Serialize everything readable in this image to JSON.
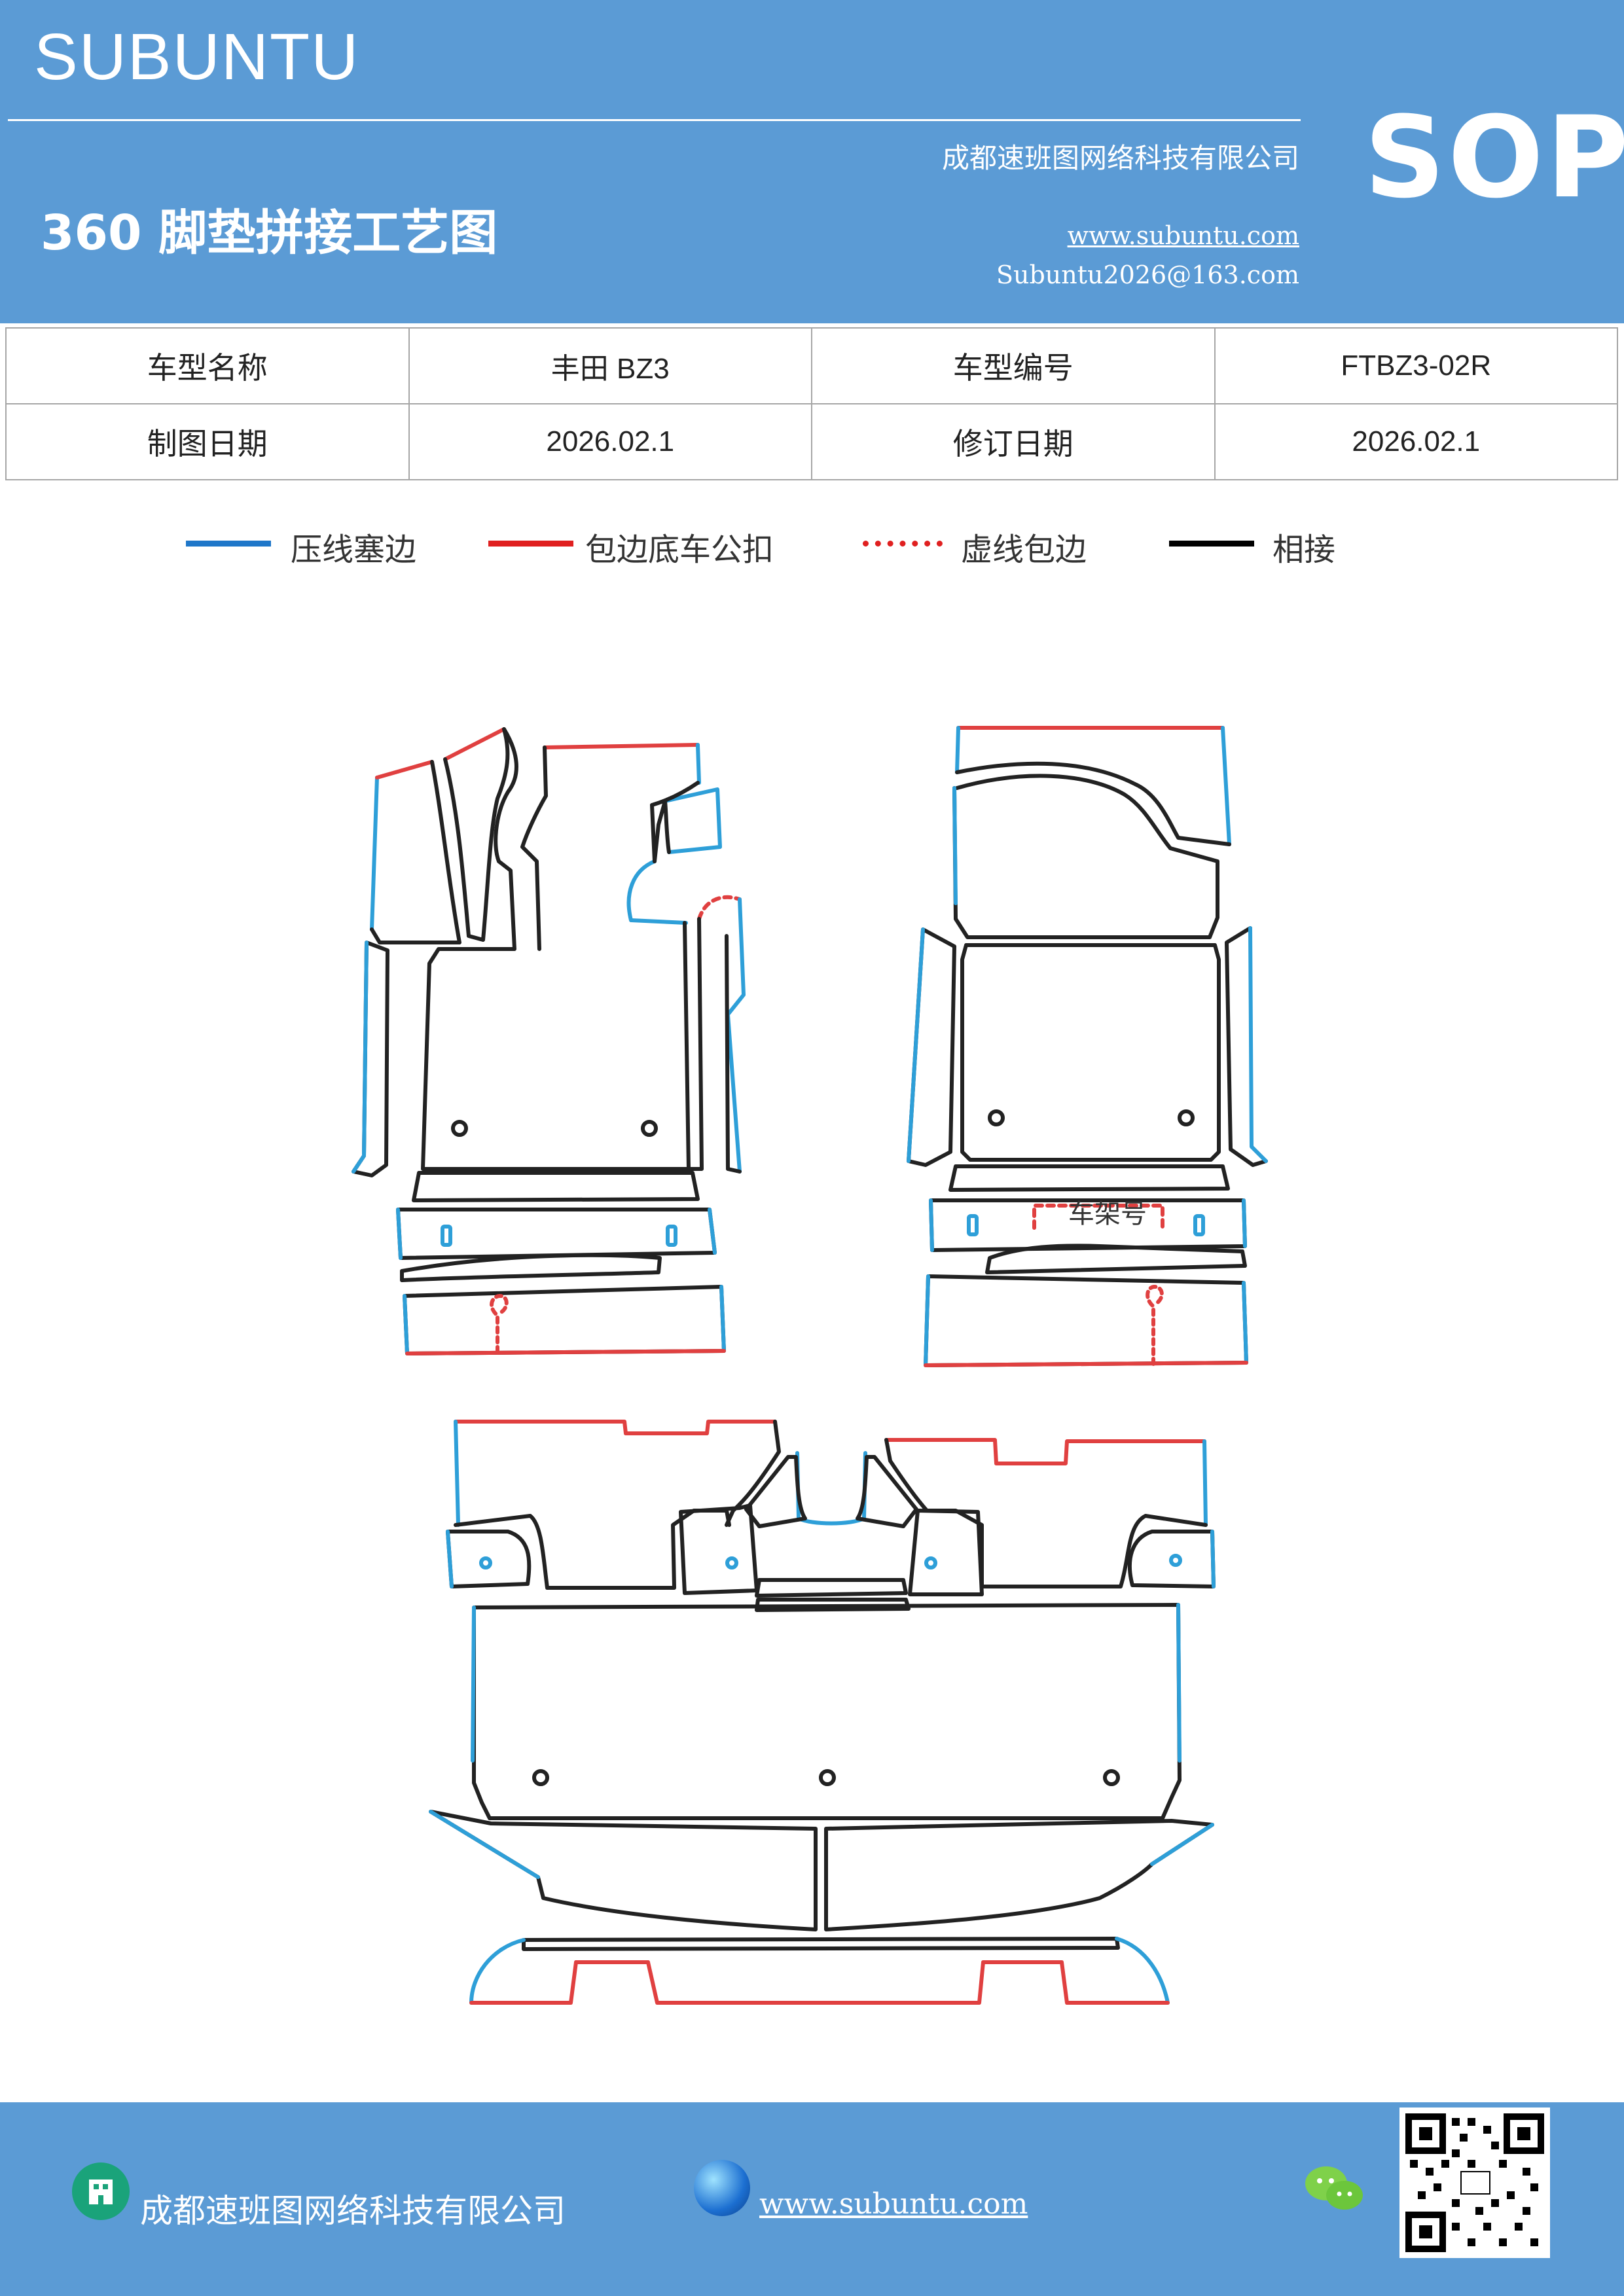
{
  "header": {
    "brand": "SUBUNTU",
    "title": "360 脚垫拼接工艺图",
    "company": "成都速班图网络科技有限公司",
    "website": "www.subuntu.com",
    "email": "Subuntu2026@163.com",
    "sop": "SOP"
  },
  "info": {
    "model_name_label": "车型名称",
    "model_name": "丰田 BZ3",
    "model_code_label": "车型编号",
    "model_code": "FTBZ3-02R",
    "draw_date_label": "制图日期",
    "draw_date": "2026.02.1",
    "revise_date_label": "修订日期",
    "revise_date": "2026.02.1"
  },
  "legend": [
    {
      "label": "压线塞边",
      "color": "#1f77c9",
      "style": "solid"
    },
    {
      "label": "包边底车公扣",
      "color": "#e02020",
      "style": "solid"
    },
    {
      "label": "虚线包边",
      "color": "#e02020",
      "style": "dotted"
    },
    {
      "label": "相接",
      "color": "#000000",
      "style": "solid"
    }
  ],
  "drawing": {
    "vin_label": "车架号"
  },
  "footer": {
    "company": "成都速班图网络科技有限公司",
    "website": "www.subuntu.com"
  },
  "colors": {
    "header_bg": "#5b9bd5",
    "edge_blue": "#2e9fd8",
    "edge_red": "#e04040",
    "seam_black": "#222222"
  },
  "icons": [
    "building-icon",
    "globe-icon",
    "wechat-icon",
    "qr-code"
  ]
}
